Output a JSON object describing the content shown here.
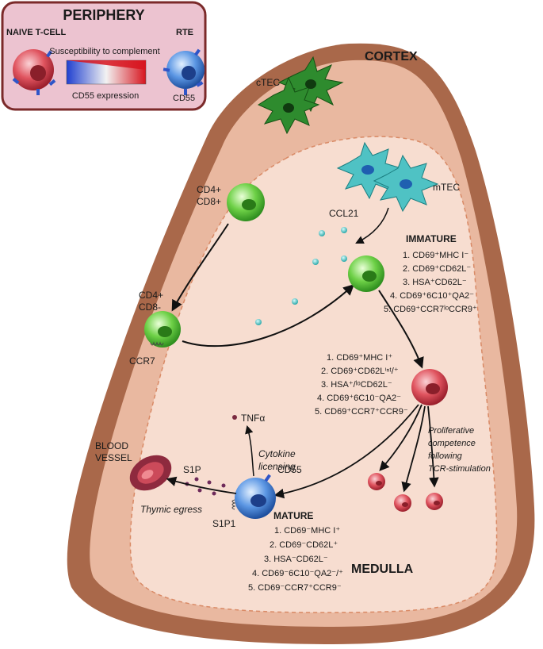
{
  "periphery": {
    "title": "PERIPHERY",
    "naive_label": "NAIVE T-CELL",
    "rte_label": "RTE",
    "susceptibility_label": "Susceptibility to complement",
    "cd55_expression_label": "CD55 expression",
    "cd55_label": "CD55"
  },
  "regions": {
    "cortex": "CORTEX",
    "medulla": "MEDULLA"
  },
  "cells": {
    "ctec": "cTEC",
    "mtec": "mTEC",
    "dp_line1": "CD4+",
    "dp_line2": "CD8+",
    "sp_line1": "CD4+",
    "sp_line2": "CD8-",
    "ccr7": "CCR7",
    "ccl21": "CCL21",
    "blood_vessel_line1": "BLOOD",
    "blood_vessel_line2": "VESSEL",
    "s1p": "S1P",
    "s1p1": "S1P1",
    "thymic_egress": "Thymic egress",
    "tnfa": "TNFα",
    "cytokine_line1": "Cytokine",
    "cytokine_line2": "licensing",
    "cd55_mature": "CD55"
  },
  "immature": {
    "title": "IMMATURE",
    "markers": [
      "1. CD69⁺MHC I⁻",
      "2. CD69⁺CD62L⁻",
      "3. HSA⁺CD62L⁻",
      "4. CD69⁺6C10⁺QA2⁻",
      "5. CD69⁺CCR7ˡᵒCCR9⁺"
    ]
  },
  "intermediate": {
    "markers": [
      "1. CD69⁺MHC I⁺",
      "2. CD69⁺CD62Lⁱⁿᵗ/⁺",
      "3. HSA⁺/ˡᵒCD62L⁻",
      "4. CD69⁺6C10⁻QA2⁻",
      "5. CD69⁺CCR7⁺CCR9⁻"
    ]
  },
  "mature": {
    "title": "MATURE",
    "markers": [
      "1. CD69⁻MHC I⁺",
      "2. CD69⁻CD62L⁺",
      "3. HSA⁻CD62L⁻",
      "4. CD69⁻6C10⁻QA2⁻/⁺",
      "5. CD69⁻CCR7⁺CCR9⁻"
    ]
  },
  "proliferative": {
    "lines": [
      "Proliferative",
      "competence",
      "following",
      "TCR-stimulation"
    ]
  },
  "colors": {
    "outer_lobe": "#a9684a",
    "cortex_fill": "#e9b8a0",
    "medulla_fill": "#f7ddd0",
    "green_cell": "#57c43a",
    "red_cell": "#d8404d",
    "blue_cell": "#3f7ed6",
    "teal_mtec": "#4fc2c4",
    "dark_green_ctec": "#2e8b2e"
  }
}
